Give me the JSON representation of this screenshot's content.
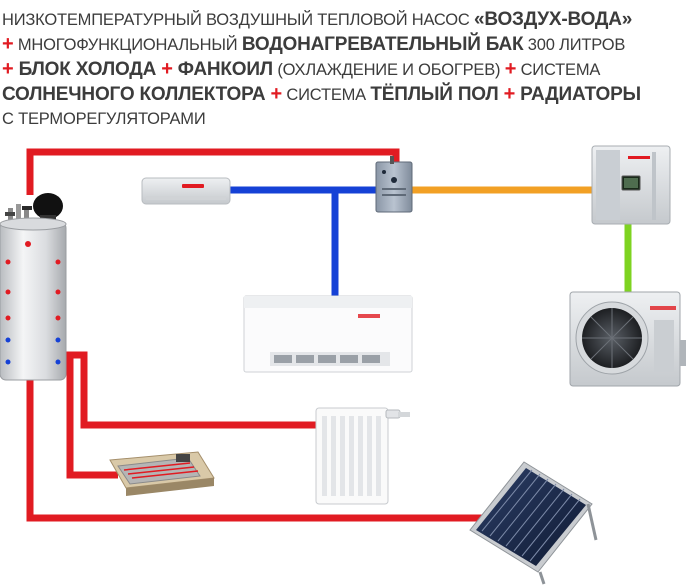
{
  "headline": {
    "line1": {
      "t1": "НИЗКОТЕМПЕРАТУРНЫЙ ВОЗДУШНЫЙ ТЕПЛОВОЙ НАСОС ",
      "b1": "«ВОЗДУХ-ВОДА»"
    },
    "line2": {
      "plus": "+",
      "t1": " МНОГОФУНКЦИОНАЛЬНЫЙ ",
      "b1": "ВОДОНАГРЕВАТЕЛЬНЫЙ БАК",
      "t2": " 300 ЛИТРОВ"
    },
    "line3": {
      "plus1": "+",
      "b1": " БЛОК ХОЛОДА ",
      "plus2": "+",
      "b2": " ФАНКОИЛ",
      "t1": " (ОХЛАЖДЕНИЕ И ОБОГРЕВ) ",
      "plus3": "+",
      "t2": " СИСТЕМА"
    },
    "line4": {
      "b1": "СОЛНЕЧНОГО КОЛЛЕКТОРА ",
      "plus1": "+",
      "t1": " СИСТЕМА ",
      "b2": "ТЁПЛЫЙ ПОЛ ",
      "plus2": "+",
      "b3": " РАДИАТОРЫ"
    },
    "line5": {
      "t1": "С ТЕРМОРЕГУЛЯТОРАМИ"
    }
  },
  "colors": {
    "heating_pipe": "#e11b22",
    "cooling_pipe": "#1541d6",
    "outdoor_link_pipe": "#f2a024",
    "heat_pump_link_pipe": "#7ed321",
    "text": "#3c3c3c",
    "accent": "#e11b22"
  },
  "icons": {
    "tank": "water-tank-icon",
    "split_ac": "split-ac-icon",
    "fancoil": "fancoil-icon",
    "control_box": "control-box-icon",
    "hydro_module": "hydro-module-icon",
    "outdoor_unit": "outdoor-unit-icon",
    "radiator": "radiator-icon",
    "floor_heating": "floor-heating-icon",
    "solar_collector": "solar-collector-icon"
  }
}
